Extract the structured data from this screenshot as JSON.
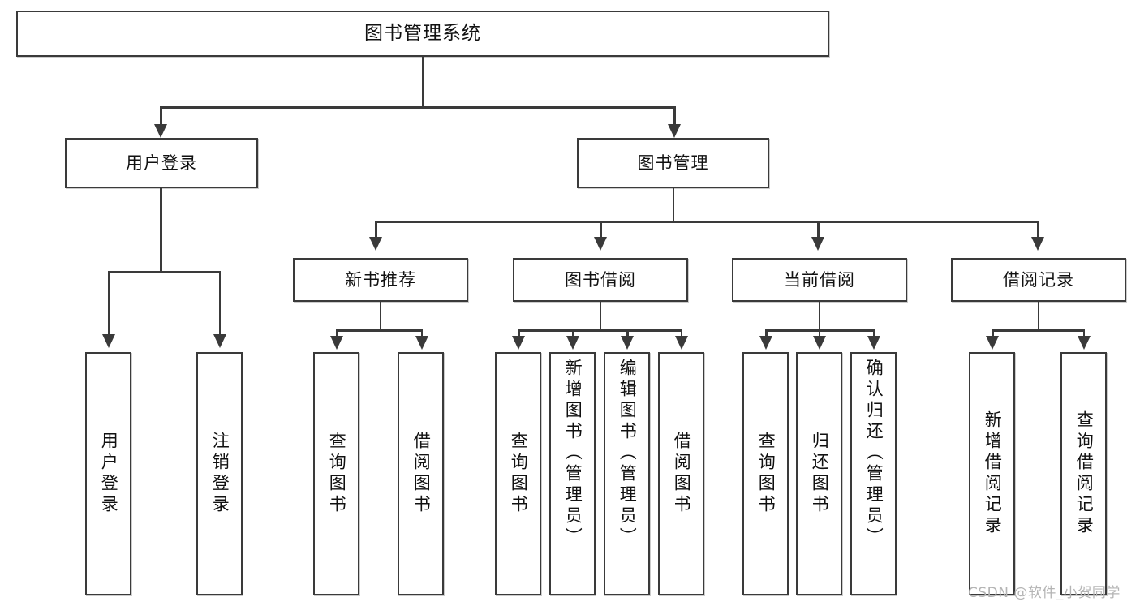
{
  "diagram": {
    "title": "图书管理系统",
    "type": "functional-structure-tree",
    "root": {
      "label": "图书管理系统"
    },
    "level2": [
      {
        "id": "user-login",
        "label": "用户登录"
      },
      {
        "id": "book-management",
        "label": "图书管理"
      }
    ],
    "level3": [
      {
        "id": "new-book-recommend",
        "label": "新书推荐",
        "parent": "book-management"
      },
      {
        "id": "book-borrow",
        "label": "图书借阅",
        "parent": "book-management"
      },
      {
        "id": "current-borrow",
        "label": "当前借阅",
        "parent": "book-management"
      },
      {
        "id": "borrow-record",
        "label": "借阅记录",
        "parent": "book-management"
      }
    ],
    "leaves": {
      "user_login": [
        {
          "id": "leaf-user-login",
          "label": "用户登录"
        },
        {
          "id": "leaf-user-logout",
          "label": "注销登录"
        }
      ],
      "new_book_recommend": [
        {
          "id": "leaf-query-book-1",
          "label": "查询图书"
        },
        {
          "id": "leaf-borrow-book-1",
          "label": "借阅图书"
        }
      ],
      "book_borrow": [
        {
          "id": "leaf-query-book-2",
          "label": "查询图书"
        },
        {
          "id": "leaf-add-book",
          "label": "新增图书（管理员）"
        },
        {
          "id": "leaf-edit-book",
          "label": "编辑图书（管理员）"
        },
        {
          "id": "leaf-borrow-book-2",
          "label": "借阅图书"
        }
      ],
      "current_borrow": [
        {
          "id": "leaf-query-book-3",
          "label": "查询图书"
        },
        {
          "id": "leaf-return-book",
          "label": "归还图书"
        },
        {
          "id": "leaf-confirm-return",
          "label": "确认归还（管理员）"
        }
      ],
      "borrow_record": [
        {
          "id": "leaf-add-record",
          "label": "新增借阅记录"
        },
        {
          "id": "leaf-query-record",
          "label": "查询借阅记录"
        }
      ]
    },
    "colors": {
      "stroke": "#3a3a3a",
      "fill": "#ffffff",
      "text": "#111111",
      "watermark": "#b4b4b4"
    }
  },
  "watermark": {
    "text": "CSDN @软件_小贺同学"
  }
}
